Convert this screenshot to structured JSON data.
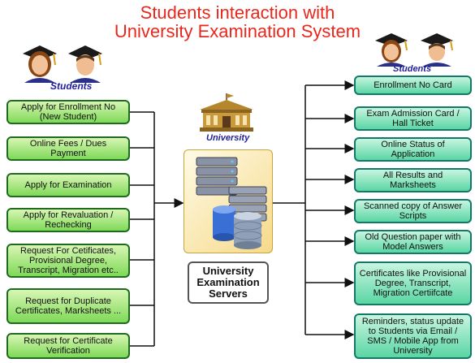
{
  "title": {
    "line1": "Students interaction with",
    "line2": "University Examination System"
  },
  "left_caption": "Students",
  "right_caption": "Students",
  "university_caption": "University",
  "server_label": "University Examination Servers",
  "left_items": [
    "Apply for Enrollment No (New Student)",
    "Online Fees / Dues Payment",
    "Apply for Examination",
    "Apply for Revaluation / Rechecking",
    "Request For Cetificates, Provisional Degree, Transcript, Migration etc..",
    "Request for Duplicate Certificates, Marksheets ...",
    "Request for Certificate Verification"
  ],
  "right_items": [
    "Enrollment No Card",
    "Exam Admission Card / Hall Ticket",
    "Online Status of Application",
    "All Results and Marksheets",
    "Scanned copy of Answer Scripts",
    "Old Question paper with Model Answers",
    "Certificates like Provisional Degree, Transcript, Migration Certiifcate",
    "Reminders, status update to Students via Email / SMS / Mobile App from University"
  ],
  "icons": [
    "graduate-student-icon",
    "university-building-icon",
    "server-rack-icon",
    "database-icon",
    "arrow-icon"
  ],
  "colors": {
    "title": "#e8281c",
    "caption": "#1f1f9c",
    "left_box": "#7ed957",
    "right_box": "#5ad6a3",
    "building": "#b5862c"
  }
}
